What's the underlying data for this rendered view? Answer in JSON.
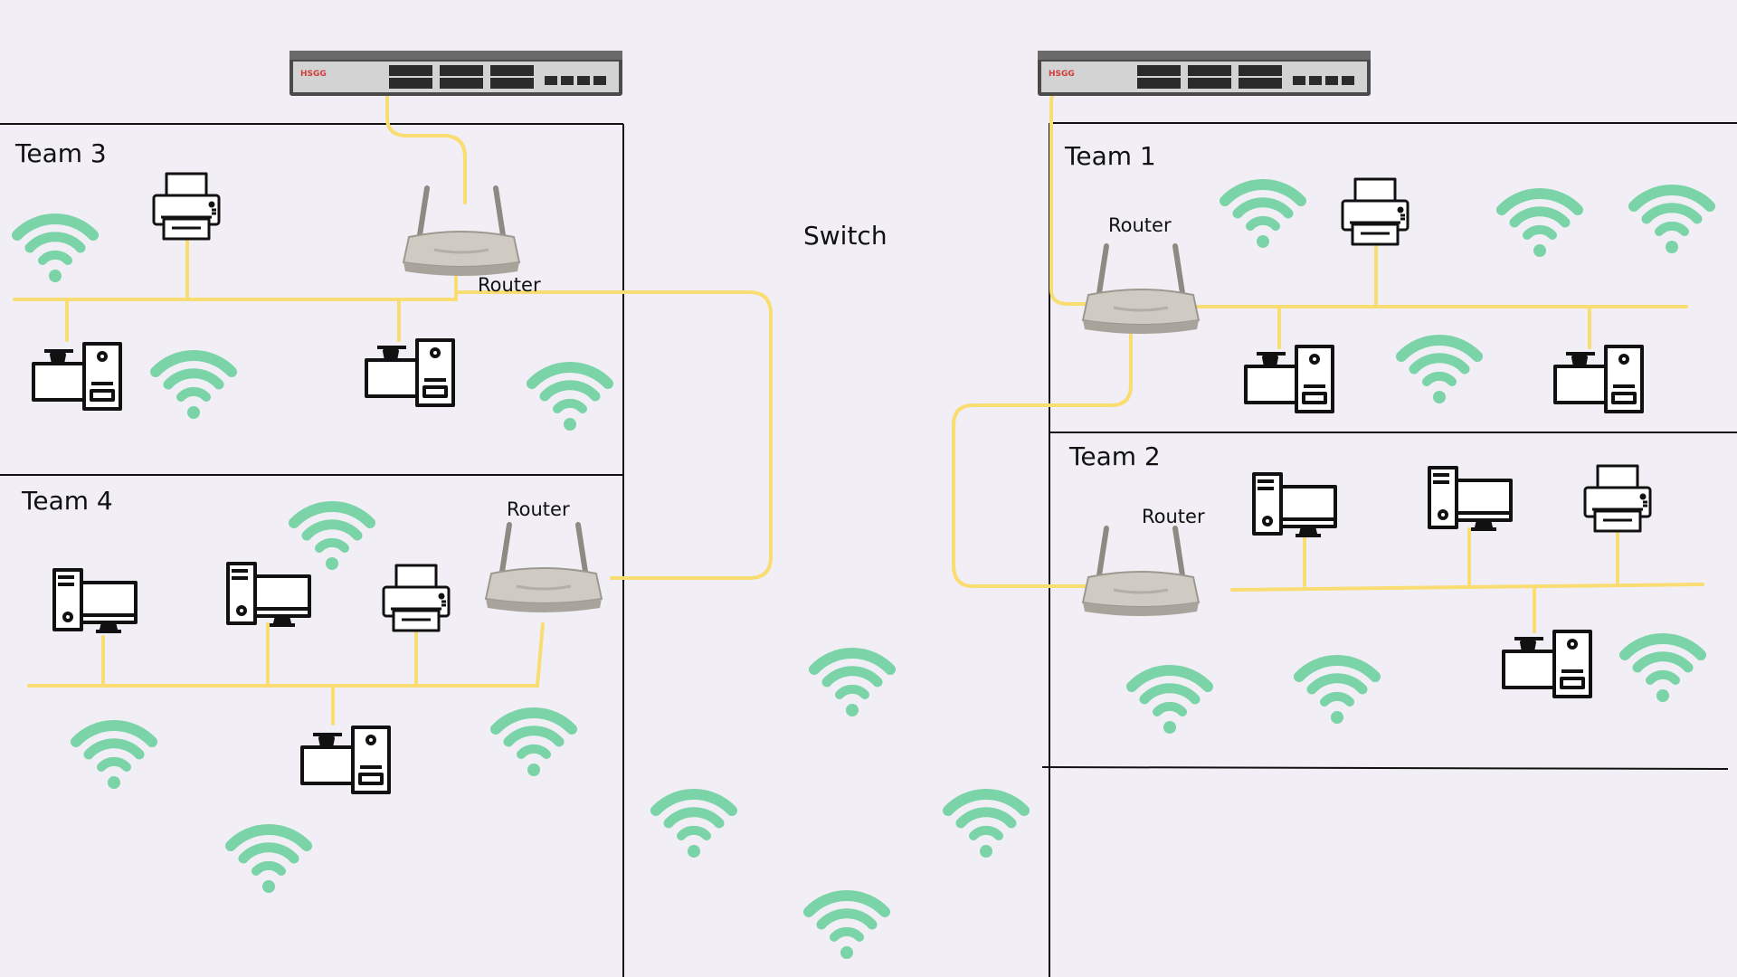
{
  "diagram": {
    "switch_label": "Switch",
    "teams": [
      {
        "id": "team3",
        "label": "Team 3",
        "router_label": "Router"
      },
      {
        "id": "team4",
        "label": "Team 4",
        "router_label": "Router"
      },
      {
        "id": "team1",
        "label": "Team 1",
        "router_label": "Router"
      },
      {
        "id": "team2",
        "label": "Team 2",
        "router_label": "Router"
      }
    ],
    "switches": [
      {
        "brand": "HSGG"
      },
      {
        "brand": "HSGG"
      }
    ]
  },
  "colors": {
    "background": "#f1eff5",
    "cable": "#f9dc72",
    "wifi": "#7bd3a8",
    "outline": "#111111",
    "device_stroke": "#111111",
    "router_body": "#cfcbc3",
    "switch_body": "#4a4a4a",
    "switch_brand": "#d23b3b"
  },
  "icons": {
    "wifi": "wifi-icon",
    "printer": "printer-icon",
    "computer": "desktop-computer-icon",
    "router": "router-icon",
    "switch": "network-switch-icon"
  }
}
